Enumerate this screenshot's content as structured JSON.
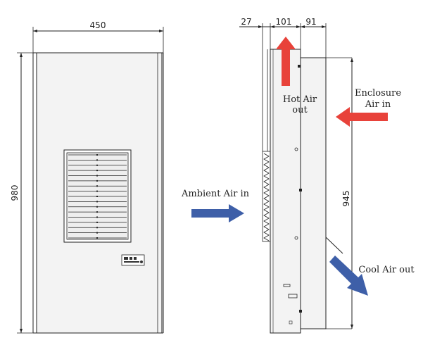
{
  "dimensions": {
    "width": "450",
    "height": "980",
    "side_depth_left": "27",
    "side_depth_mid": "101",
    "side_depth_right": "91",
    "inner_height": "945"
  },
  "labels": {
    "hot_air_line1": "Hot Air",
    "hot_air_line2": "out",
    "enclosure_line1": "Enclosure",
    "enclosure_line2": "Air in",
    "ambient_air": "Ambient Air in",
    "cool_air": "Cool Air out"
  },
  "colors": {
    "hot_arrow": "#e8423a",
    "cool_arrow": "#3e5fa8",
    "panel_fill": "#f3f3f3",
    "line": "#222222"
  }
}
